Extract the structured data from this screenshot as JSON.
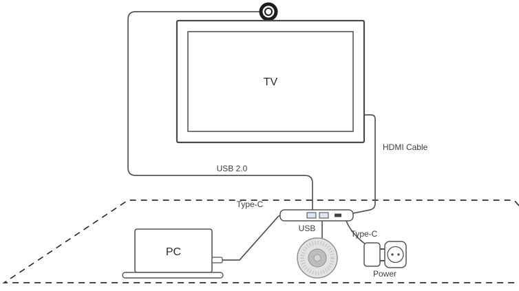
{
  "diagram": {
    "labels": {
      "tv": "TV",
      "pc": "PC",
      "usb_20": "USB 2.0",
      "hdmi_cable": "HDMI Cable",
      "type_c_pc": "Type-C",
      "usb": "USB",
      "type_c_power": "Type-C",
      "power": "Power"
    },
    "colors": {
      "outline": "#4d4d4d",
      "cable": "#565656",
      "label_text": "#3d3d3d",
      "table_dash": "#2e2e2e",
      "hub_port_fill": "#dce6f0",
      "speakerphone_body": "#e3e3e3"
    }
  }
}
